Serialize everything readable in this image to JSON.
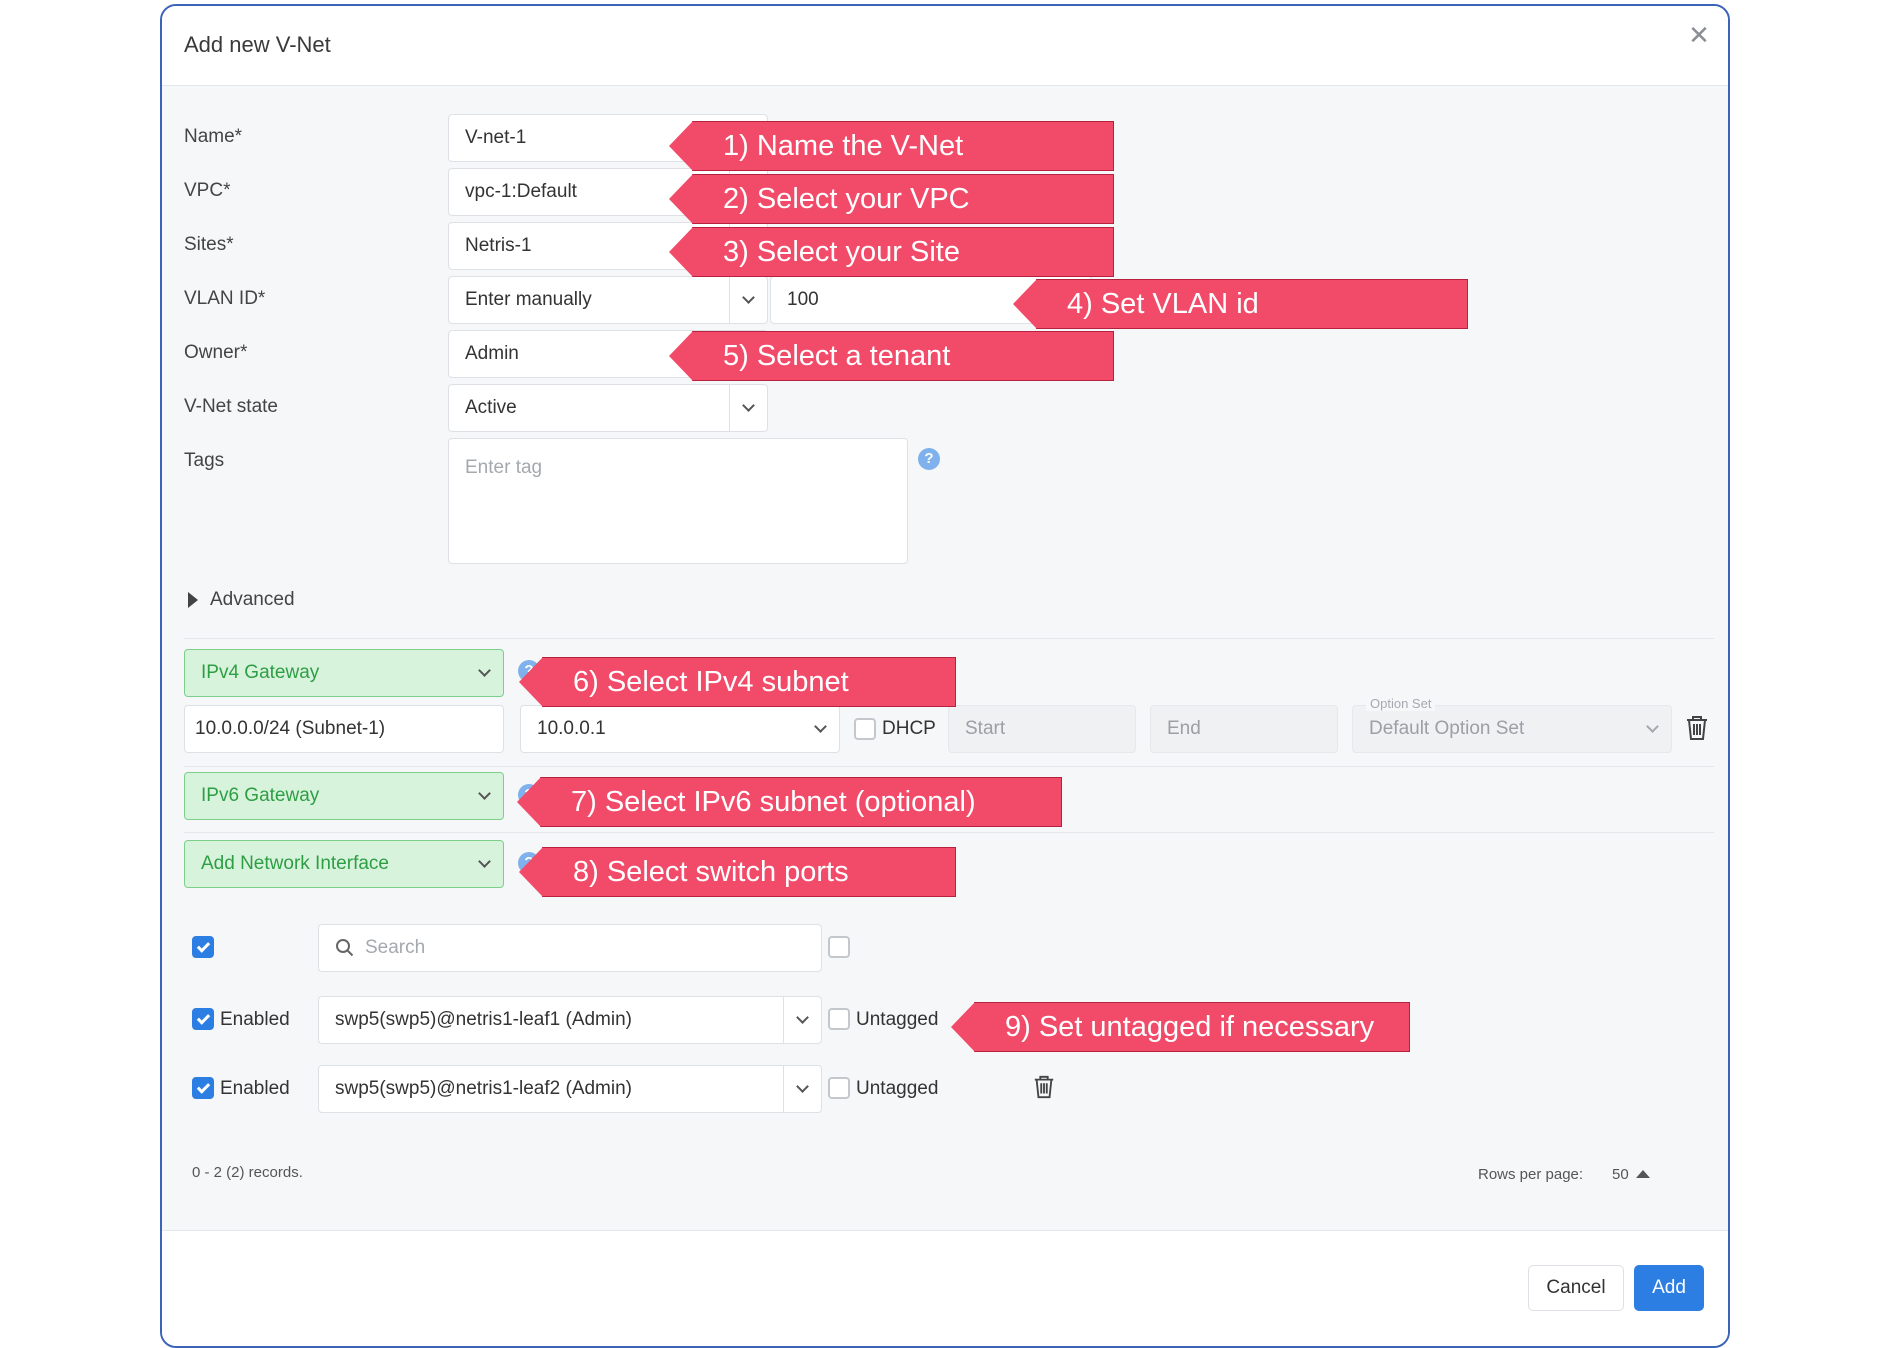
{
  "dialog": {
    "title": "Add new V-Net",
    "close_icon": "close-icon"
  },
  "form": {
    "name": {
      "label": "Name*",
      "value": "V-net-1"
    },
    "vpc": {
      "label": "VPC*",
      "value": "vpc-1:Default"
    },
    "sites": {
      "label": "Sites*",
      "value": "Netris-1"
    },
    "vlan": {
      "label": "VLAN ID*",
      "mode": "Enter manually",
      "value": "100"
    },
    "owner": {
      "label": "Owner*",
      "value": "Admin"
    },
    "state": {
      "label": "V-Net state",
      "value": "Active"
    },
    "tags": {
      "label": "Tags",
      "placeholder": "Enter tag"
    },
    "advanced": "Advanced"
  },
  "ipv4": {
    "gateway_label": "IPv4 Gateway",
    "subnet": "10.0.0.0/24 (Subnet-1)",
    "gateway": "10.0.0.1",
    "dhcp_label": "DHCP",
    "start_placeholder": "Start",
    "end_placeholder": "End",
    "option_set_label": "Option Set",
    "option_set_value": "Default Option Set"
  },
  "ipv6": {
    "gateway_label": "IPv6 Gateway"
  },
  "interfaces": {
    "add_label": "Add Network Interface",
    "search_placeholder": "Search",
    "rows": [
      {
        "enabled_label": "Enabled",
        "port": "swp5(swp5)@netris1-leaf1 (Admin)",
        "untagged_label": "Untagged"
      },
      {
        "enabled_label": "Enabled",
        "port": "swp5(swp5)@netris1-leaf2 (Admin)",
        "untagged_label": "Untagged"
      }
    ],
    "records": "0 - 2 (2) records.",
    "rows_per_page_label": "Rows per page:",
    "rows_per_page_value": "50"
  },
  "callouts": {
    "c1": "1) Name the V-Net",
    "c2": "2) Select your VPC",
    "c3": "3) Select your Site",
    "c4": "4) Set VLAN id",
    "c5": "5) Select a tenant",
    "c6": "6) Select IPv4 subnet",
    "c7": "7) Select IPv6 subnet (optional)",
    "c8": "8) Select switch ports",
    "c9": "9) Set untagged if necessary"
  },
  "footer": {
    "cancel": "Cancel",
    "add": "Add"
  },
  "colors": {
    "accent": "#2d7ee2",
    "callout": "#f24b6a",
    "green_bg": "#d8f3dc",
    "green_text": "#2e9e45"
  }
}
